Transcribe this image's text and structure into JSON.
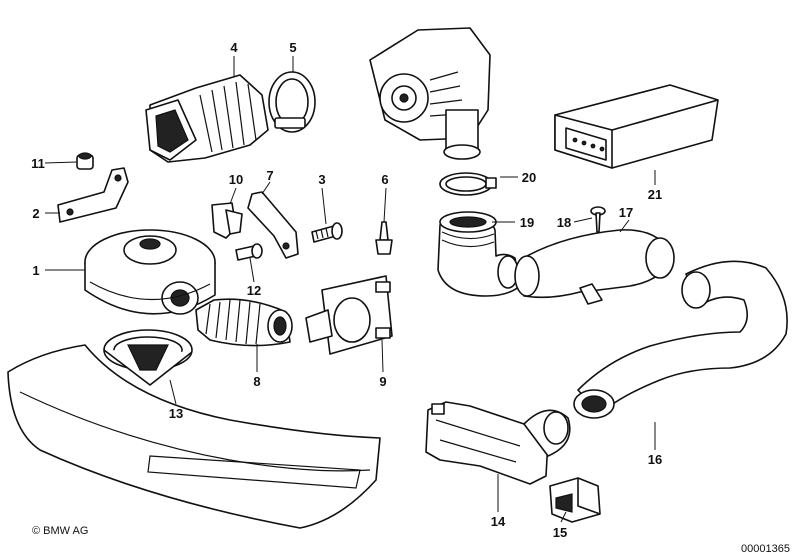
{
  "labels": {
    "n1": "1",
    "n2": "2",
    "n3": "3",
    "n4": "4",
    "n5": "5",
    "n6": "6",
    "n7": "7",
    "n8": "8",
    "n9": "9",
    "n10": "10",
    "n11": "11",
    "n12": "12",
    "n13": "13",
    "n14": "14",
    "n15": "15",
    "n16": "16",
    "n17": "17",
    "n18": "18",
    "n19": "19",
    "n20": "20",
    "n21": "21"
  },
  "footer": {
    "copyright": "© BMW AG",
    "diagram_number": "00001365"
  }
}
